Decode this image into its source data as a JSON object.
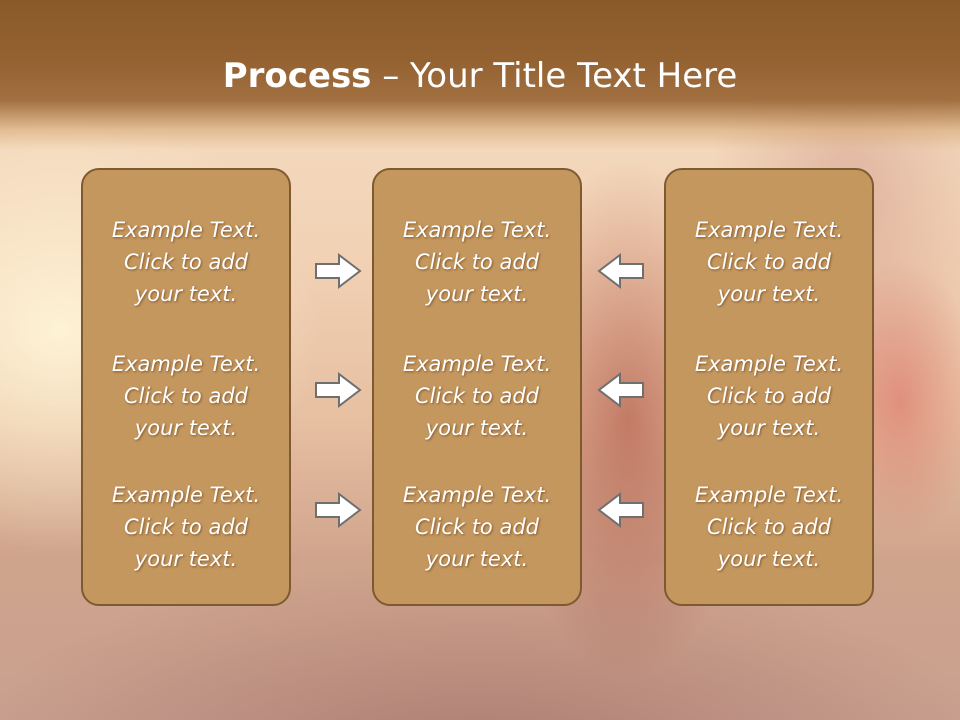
{
  "title": {
    "bold": "Process",
    "rest": " – Your Title Text Here"
  },
  "boxes": [
    {
      "items": [
        {
          "line1": "Example Text.",
          "line2": "Click  to add",
          "line3": "your text."
        },
        {
          "line1": "Example Text.",
          "line2": "Click  to add",
          "line3": "your text."
        },
        {
          "line1": "Example Text.",
          "line2": "Click  to add",
          "line3": "your text."
        }
      ]
    },
    {
      "items": [
        {
          "line1": "Example Text.",
          "line2": "Click  to add",
          "line3": "your text."
        },
        {
          "line1": "Example Text.",
          "line2": "Click  to add",
          "line3": "your text."
        },
        {
          "line1": "Example Text.",
          "line2": "Click  to add",
          "line3": "your text."
        }
      ]
    },
    {
      "items": [
        {
          "line1": "Example Text.",
          "line2": "Click  to add",
          "line3": "your text."
        },
        {
          "line1": "Example Text.",
          "line2": "Click  to add",
          "line3": "your text."
        },
        {
          "line1": "Example Text.",
          "line2": "Click  to add",
          "line3": "your text."
        }
      ]
    }
  ],
  "icons": {
    "left_arrows": "arrow-right-icon",
    "right_arrows": "arrow-left-icon"
  },
  "colors": {
    "header": "#8a5a29",
    "box_fill": "#c4975e",
    "box_border": "#7e5a32",
    "arrow_fill": "#ffffff",
    "arrow_stroke": "#6f6f6f"
  }
}
